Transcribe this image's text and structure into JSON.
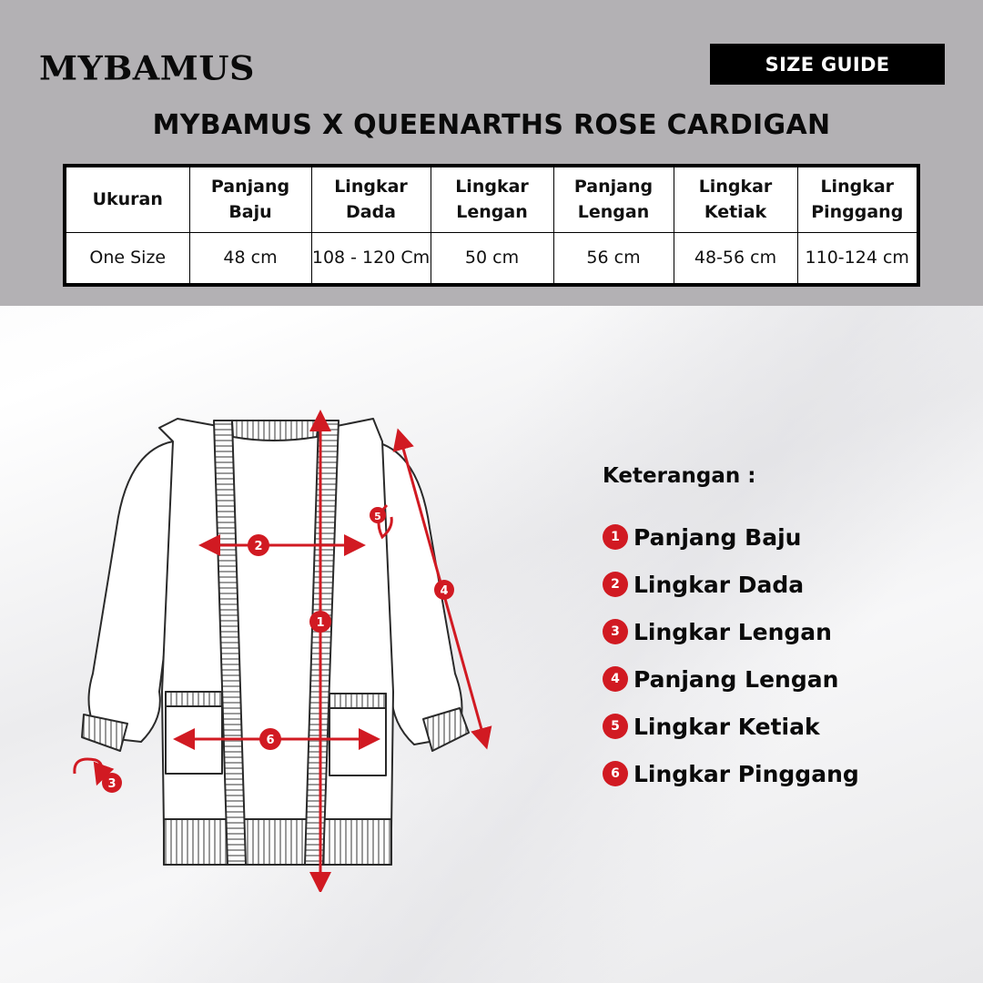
{
  "header": {
    "brand": "MYBAMUS",
    "badge_label": "SIZE GUIDE",
    "product_title": "MYBAMUS X QUEENARTHS ROSE CARDIGAN"
  },
  "size_table": {
    "headers": [
      [
        "Ukuran"
      ],
      [
        "Panjang",
        "Baju"
      ],
      [
        "Lingkar",
        "Dada"
      ],
      [
        "Lingkar",
        "Lengan"
      ],
      [
        "Panjang",
        "Lengan"
      ],
      [
        "Lingkar",
        "Ketiak"
      ],
      [
        "Lingkar",
        "Pinggang"
      ]
    ],
    "rows": [
      [
        "One Size",
        "48 cm",
        "108 - 120 Cm",
        "50 cm",
        "56 cm",
        "48-56 cm",
        "110-124 cm"
      ]
    ]
  },
  "legend": {
    "title": "Keterangan :",
    "items": [
      {
        "num": "1",
        "label": "Panjang Baju"
      },
      {
        "num": "2",
        "label": "Lingkar Dada"
      },
      {
        "num": "3",
        "label": "Lingkar Lengan"
      },
      {
        "num": "4",
        "label": "Panjang Lengan"
      },
      {
        "num": "5",
        "label": "Lingkar Ketiak"
      },
      {
        "num": "6",
        "label": "Lingkar Pinggang"
      }
    ]
  },
  "diagram": {
    "marker_color": "#d11a22",
    "markers": [
      "1",
      "2",
      "3",
      "4",
      "5",
      "6"
    ]
  },
  "colors": {
    "top_band": "#b3b1b4",
    "accent_red": "#d11a22"
  }
}
